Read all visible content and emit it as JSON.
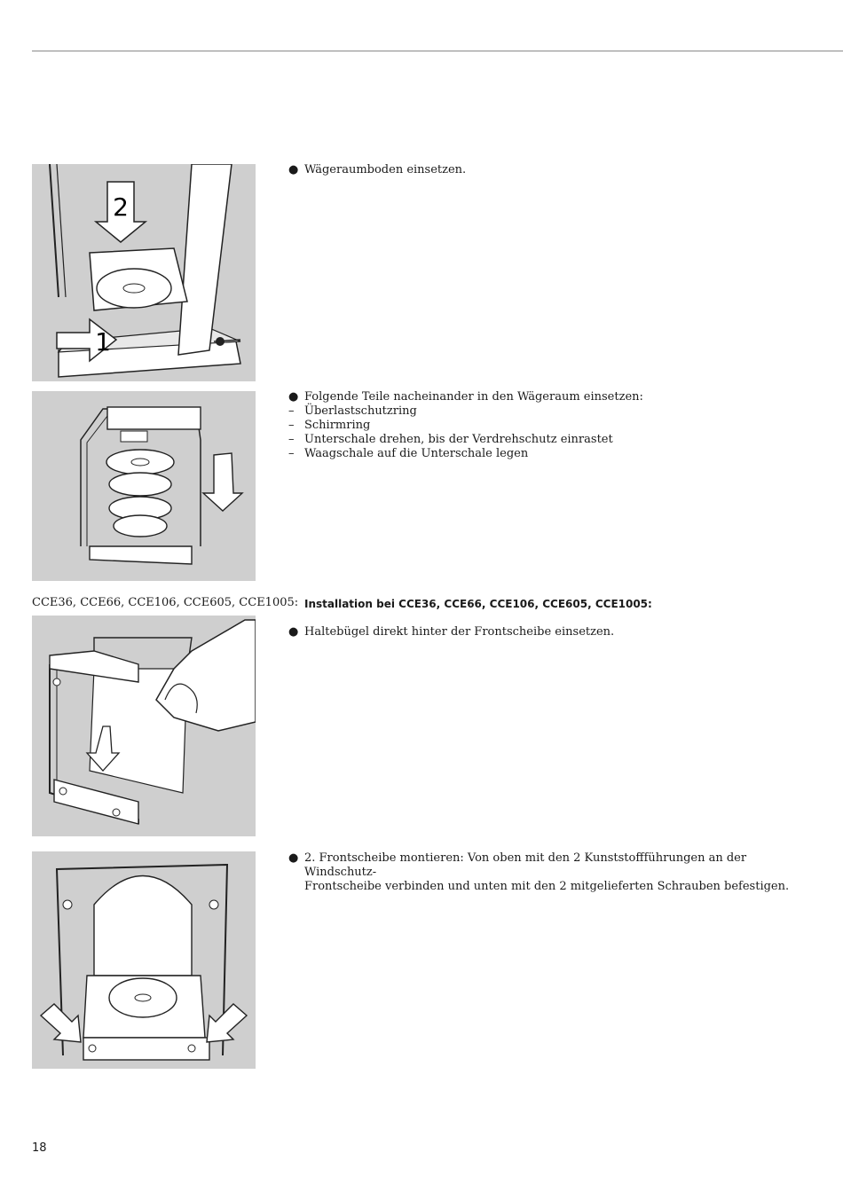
{
  "section1": {
    "bullet_text": "Wägeraumboden einsetzen.",
    "arrow_label_top": "2",
    "arrow_label_bottom": "1"
  },
  "section2": {
    "bullet_text": "Folgende Teile nacheinander in den Wägeraum einsetzen:",
    "items": [
      "Überlastschutzring",
      "Schirmring",
      "Unterschale drehen, bis der Verdrehschutz einrastet",
      "Waagschale auf die Unterschale legen"
    ]
  },
  "section3": {
    "caption": "CCE36, CCE66, CCE106, CCE605, CCE1005:",
    "heading": "Installation bei CCE36, CCE66, CCE106, CCE605, CCE1005:",
    "bullet_text": "Haltebügel direkt hinter der Frontscheibe einsetzen."
  },
  "section4": {
    "bullet_line1": "2. Frontscheibe montieren: Von oben mit den 2 Kunststoffführungen an der Windschutz-",
    "bullet_line2": "Frontscheibe verbinden und unten mit den 2 mitgelieferten Schrauben befestigen."
  },
  "page_number": "18",
  "bullet_symbol": "●",
  "dash_symbol": "–"
}
